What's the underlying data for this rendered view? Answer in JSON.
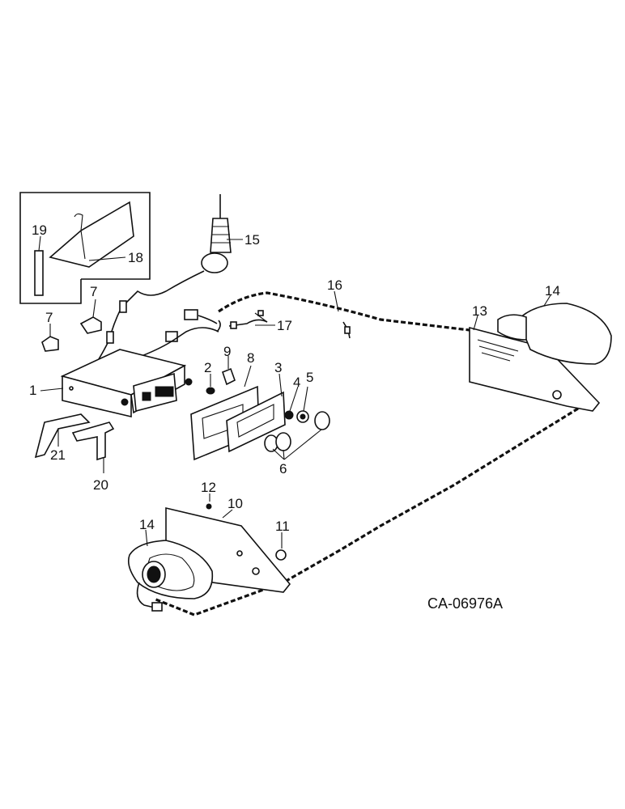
{
  "figure_code": "CA-06976A",
  "callouts": {
    "p1": "1",
    "p2": "2",
    "p3": "3",
    "p4": "4",
    "p5": "5",
    "p6": "6",
    "p7a": "7",
    "p7b": "7",
    "p8": "8",
    "p9": "9",
    "p10": "10",
    "p11": "11",
    "p12": "12",
    "p13": "13",
    "p14a": "14",
    "p14b": "14",
    "p15": "15",
    "p16": "16",
    "p17": "17",
    "p18": "18",
    "p19": "19",
    "p20": "20",
    "p21": "21"
  }
}
